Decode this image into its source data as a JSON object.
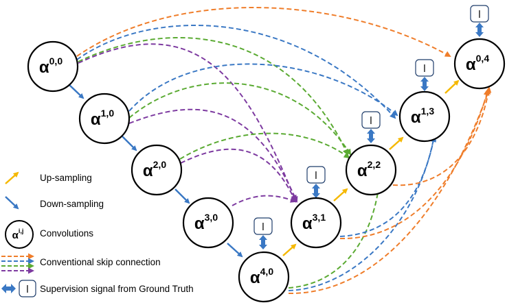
{
  "colors": {
    "up": "#f5b800",
    "down": "#3a78c4",
    "skip_orange": "#ef7d2a",
    "skip_blue": "#3a78c4",
    "skip_green": "#5aaa32",
    "skip_purple": "#7d3aa0",
    "supervision": "#3a78c4"
  },
  "nodes": [
    {
      "id": "n00",
      "base": "α",
      "sup": "0,0"
    },
    {
      "id": "n10",
      "base": "α",
      "sup": "1,0"
    },
    {
      "id": "n20",
      "base": "α",
      "sup": "2,0"
    },
    {
      "id": "n30",
      "base": "α",
      "sup": "3,0"
    },
    {
      "id": "n40",
      "base": "α",
      "sup": "4,0"
    },
    {
      "id": "n31",
      "base": "α",
      "sup": "3,1"
    },
    {
      "id": "n22",
      "base": "α",
      "sup": "2,2"
    },
    {
      "id": "n13",
      "base": "α",
      "sup": "1,3"
    },
    {
      "id": "n04",
      "base": "α",
      "sup": "0,4"
    }
  ],
  "supervision_label": "l",
  "legend": {
    "up": "Up-sampling",
    "down": "Down-sampling",
    "conv_symbol_base": "α",
    "conv_symbol_sup": "i,j",
    "conv": "Convolutions",
    "skip": "Conventional skip connection",
    "supervision": "Supervision signal from Ground Truth",
    "supervision_box": "l"
  }
}
